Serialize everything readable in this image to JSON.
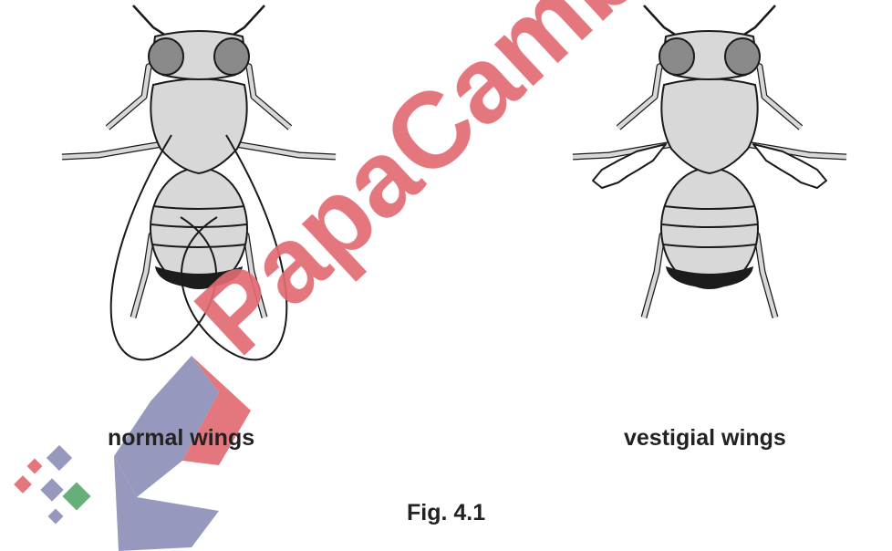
{
  "figure": {
    "caption": "Fig. 4.1",
    "panels": [
      {
        "label": "normal wings",
        "wing_type": "normal"
      },
      {
        "label": "vestigial wings",
        "wing_type": "vestigial"
      }
    ]
  },
  "watermark": {
    "text": "PapaCambridge",
    "colors": {
      "red": "#e26a72",
      "blue": "#8d90b8",
      "green": "#5aa86c"
    }
  },
  "colors": {
    "outline": "#1a1a1a",
    "eye": "#8a8a8a",
    "body": "#d8d8d8",
    "abdomen_tip": "#1c1c1c"
  }
}
